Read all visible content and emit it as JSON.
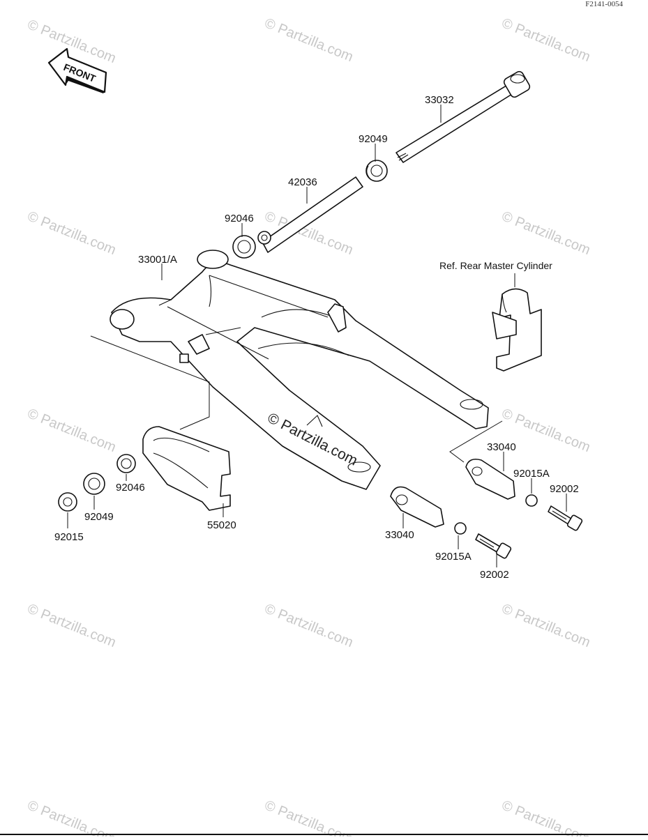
{
  "diagram_code": "F2141-0054",
  "front_label": "FRONT",
  "watermark": "© Partzilla.com",
  "center_watermark": "© Partzilla.com",
  "reference_note": "Ref. Rear  Master Cylinder",
  "part_labels": {
    "p33032": "33032",
    "p92049_top": "92049",
    "p42036": "42036",
    "p92046_top": "92046",
    "p33001A": "33001/A",
    "p33040_right": "33040",
    "p92015A_right": "92015A",
    "p92002_right": "92002",
    "p92046_left": "92046",
    "p92049_left": "92049",
    "p92015_left": "92015",
    "p55020": "55020",
    "p33040_lower": "33040",
    "p92015A_lower": "92015A",
    "p92002_lower": "92002"
  }
}
